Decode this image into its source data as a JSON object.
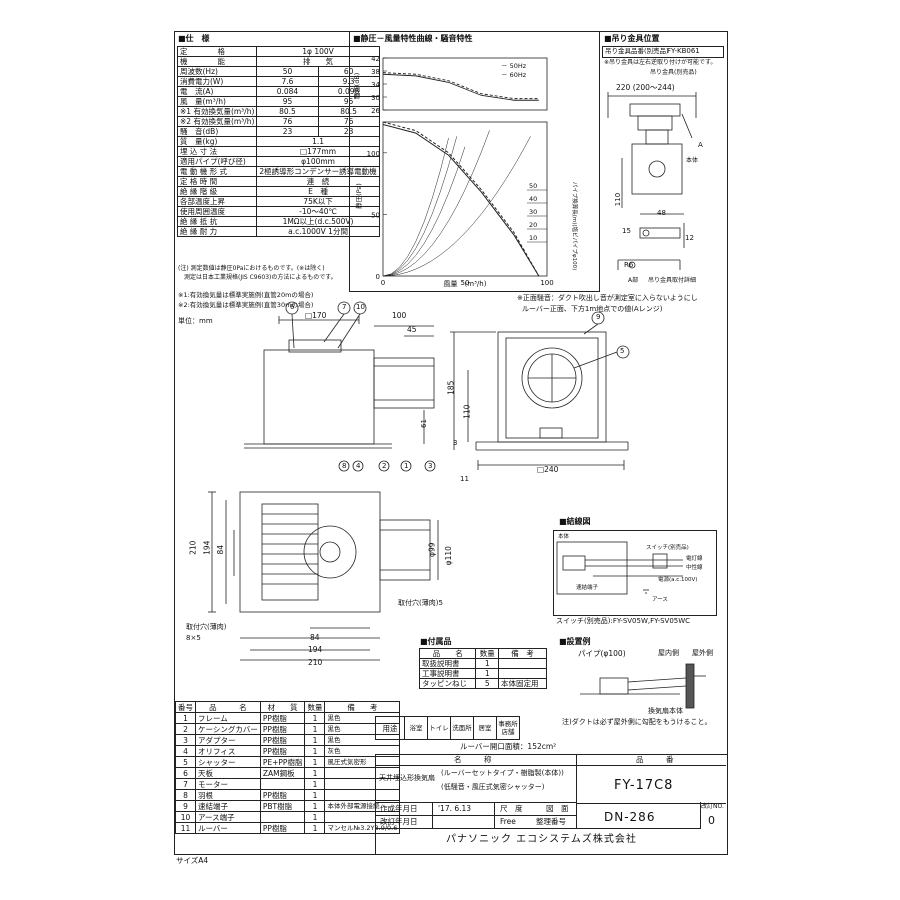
{
  "spec": {
    "title": "■仕　様",
    "rows": [
      [
        "定　　　　格",
        "1φ 100V",
        ""
      ],
      [
        "機　　　　能",
        "排　　気",
        ""
      ],
      [
        "周波数(Hz)",
        "50",
        "60"
      ],
      [
        "消費電力(W)",
        "7.6",
        "9.3"
      ],
      [
        "電　流(A)",
        "0.084",
        "0.098"
      ],
      [
        "風　量(m³/h)",
        "95",
        "95"
      ],
      [
        "※1 有効換気量(m³/h)",
        "80.5",
        "80.5"
      ],
      [
        "※2 有効換気量(m³/h)",
        "76",
        "76"
      ],
      [
        "騒　音(dB)",
        "23",
        "23"
      ],
      [
        "質　量(kg)",
        "1.1",
        ""
      ],
      [
        "埋 込 寸 法",
        "□177mm",
        ""
      ],
      [
        "適用パイプ(呼び径)",
        "φ100mm",
        ""
      ],
      [
        "電 動 機 形 式",
        "2極誘導形コンデンサー誘導電動機",
        ""
      ],
      [
        "定 格 時 間",
        "連　続",
        ""
      ],
      [
        "絶 縁 階 級",
        "E　種",
        ""
      ],
      [
        "各部温度上昇",
        "75K以下",
        ""
      ],
      [
        "使用周囲温度",
        "-10〜40℃",
        ""
      ],
      [
        "絶 縁 抵 抗",
        "1MΩ以上(d.c.500V)",
        ""
      ],
      [
        "絶 縁 耐 力",
        "a.c.1000V 1分間",
        ""
      ]
    ],
    "note1": "(注) 測定数値は静圧0Paにおけるものです。(※は除く)",
    "note2": "　測定は日本工業規格(JIS C9603)の方法によるものです。",
    "foot1": "※1:有効換気量は標準実施例(直管20mの場合)",
    "foot2": "※2:有効換気量は標準実施例(直管30mの場合)",
    "unit": "単位：mm"
  },
  "chart_data": {
    "type": "line",
    "title": "■静圧－風量特性曲線・騒音特性",
    "noise": {
      "ylabel": "騒音(dB)",
      "yticks": [
        "42",
        "38",
        "34",
        "30",
        "26"
      ],
      "legend": [
        "－ 50Hz",
        "－ 60Hz"
      ],
      "series": [
        {
          "name": "50Hz",
          "x": [
            0,
            20,
            40,
            60,
            80,
            95
          ],
          "y": [
            37.5,
            37,
            35,
            31,
            29.5,
            29.5
          ]
        },
        {
          "name": "60Hz",
          "x": [
            0,
            20,
            40,
            60,
            80,
            95
          ],
          "y": [
            37,
            36.5,
            34.5,
            30.5,
            29,
            29
          ]
        }
      ]
    },
    "pressure": {
      "ylabel": "静圧(Pa)",
      "xlabel": "風量　(m³/h)",
      "yticks": [
        "100",
        "50",
        "0"
      ],
      "xticks": [
        "0",
        "50",
        "100"
      ],
      "right_label": "パイプ換算長(m)(塩ビパイプφ100)",
      "right_ticks": [
        "50",
        "40",
        "30",
        "20",
        "10"
      ],
      "series": [
        {
          "name": "50Hz",
          "x": [
            0,
            20,
            40,
            60,
            80,
            95
          ],
          "y": [
            125,
            118,
            100,
            70,
            35,
            0
          ]
        },
        {
          "name": "60Hz",
          "x": [
            0,
            20,
            40,
            60,
            80,
            95
          ],
          "y": [
            123,
            116,
            98,
            68,
            33,
            0
          ]
        }
      ]
    }
  },
  "hanger": {
    "title": "■吊り金具位置",
    "spec_label": "吊り金具品番(別売品)",
    "spec_value": "FY-KB061",
    "note": "※吊り金具は左右逆取り付けが可能です。",
    "sub": "吊り金具(別売品)",
    "d220": "220 (200〜244)",
    "d110": "110",
    "d48": "48",
    "d15": "15",
    "d12": "12",
    "r6": "R6",
    "a": "A",
    "body": "本体",
    "a_label": "A部",
    "a_detail": "吊り金具取付詳細"
  },
  "front": {
    "note1": "※正面騒音：ダクト吹出し音が測定室に入らないようにし",
    "note2": "ルーバー正面、下方1m地点での値(Aレンジ)",
    "d170": "□170",
    "d100": "100",
    "d45": "45",
    "d61": "61",
    "d185": "185",
    "d110": "110",
    "d3": "3",
    "d240": "□240",
    "callouts": [
      "6",
      "7",
      "10",
      "9",
      "5",
      "11",
      "8",
      "4",
      "2",
      "1",
      "3"
    ]
  },
  "bottom": {
    "d210": "210",
    "d194": "194",
    "d84": "84",
    "d99": "φ99",
    "d110": "φ110",
    "hole": "取付穴(薄肉)",
    "hole_count": "8×5",
    "hole2": "取付穴(薄肉)5",
    "bx84": "84",
    "bx194": "194",
    "bx210": "210"
  },
  "wiring": {
    "title": "■結線図",
    "body": "本体",
    "switch": "スイッチ(別売品)",
    "wire1": "電灯線",
    "wire2": "中性線",
    "power": "電源(a.c.100V)",
    "terminal": "速結端子",
    "earth": "アース",
    "switch_model": "スイッチ(別売品):FY-SV05W,FY-SV05WC"
  },
  "accessories": {
    "title": "■付属品",
    "headers": [
      "品　　名",
      "数量",
      "備　考"
    ],
    "rows": [
      [
        "取扱説明書",
        "1",
        ""
      ],
      [
        "工事説明書",
        "1",
        ""
      ],
      [
        "タッピンねじ",
        "5",
        "本体固定用"
      ]
    ]
  },
  "install": {
    "title": "■設置例",
    "pipe": "パイプ(φ100)",
    "indoor": "屋内側",
    "outdoor": "屋外側",
    "unit": "換気扇本体",
    "note": "注)ダクトは必ず屋外側に勾配をもうけること。"
  },
  "parts": {
    "headers": [
      "番号",
      "品　　　名",
      "材　　質",
      "数量",
      "備　　考"
    ],
    "rows": [
      [
        "1",
        "フレーム",
        "PP樹脂",
        "1",
        "黒色"
      ],
      [
        "2",
        "ケーシングカバー",
        "PP樹脂",
        "1",
        "黒色"
      ],
      [
        "3",
        "アダプター",
        "PP樹脂",
        "1",
        "黒色"
      ],
      [
        "4",
        "オリフィス",
        "PP樹脂",
        "1",
        "灰色"
      ],
      [
        "5",
        "シャッター",
        "PE+PP樹脂",
        "1",
        "風圧式気密形"
      ],
      [
        "6",
        "天板",
        "ZAM鋼板",
        "1",
        ""
      ],
      [
        "7",
        "モーター",
        "",
        "1",
        ""
      ],
      [
        "8",
        "羽根",
        "PP樹脂",
        "1",
        ""
      ],
      [
        "9",
        "速結端子",
        "PBT樹脂",
        "1",
        "本体外部電源接続"
      ],
      [
        "10",
        "アース端子",
        "",
        "1",
        ""
      ],
      [
        "11",
        "ルーバー",
        "PP樹脂",
        "1",
        "マンセル№3.2Y8.9/0.6"
      ]
    ]
  },
  "usage": {
    "label": "用途",
    "items": [
      "浴室",
      "トイレ",
      "洗面所",
      "居室",
      "事務所店舗"
    ],
    "louver": "ルーバー開口面積：152cm²"
  },
  "title_block": {
    "name_label": "名　　　称",
    "model_label": "品　　　番",
    "name1": "天井埋込形換気扇",
    "name2": "(ルーバーセットタイプ・樹脂製(本体))",
    "name3": "(低騒音・風圧式気密シャッター)",
    "model": "FY-17C8",
    "created_label": "作成年月日",
    "created": "'17. 6.13",
    "scale_label": "尺　度",
    "scale": "Free",
    "drawing_label": "図　面",
    "mgmt_label": "整理番号",
    "dn": "DN-286",
    "rev_label": "改訂年月日",
    "rev_no_label": "改訂NO.",
    "rev_no": "0",
    "company": "パナソニック エコシステムズ株式会社"
  },
  "size": "サイズA4"
}
